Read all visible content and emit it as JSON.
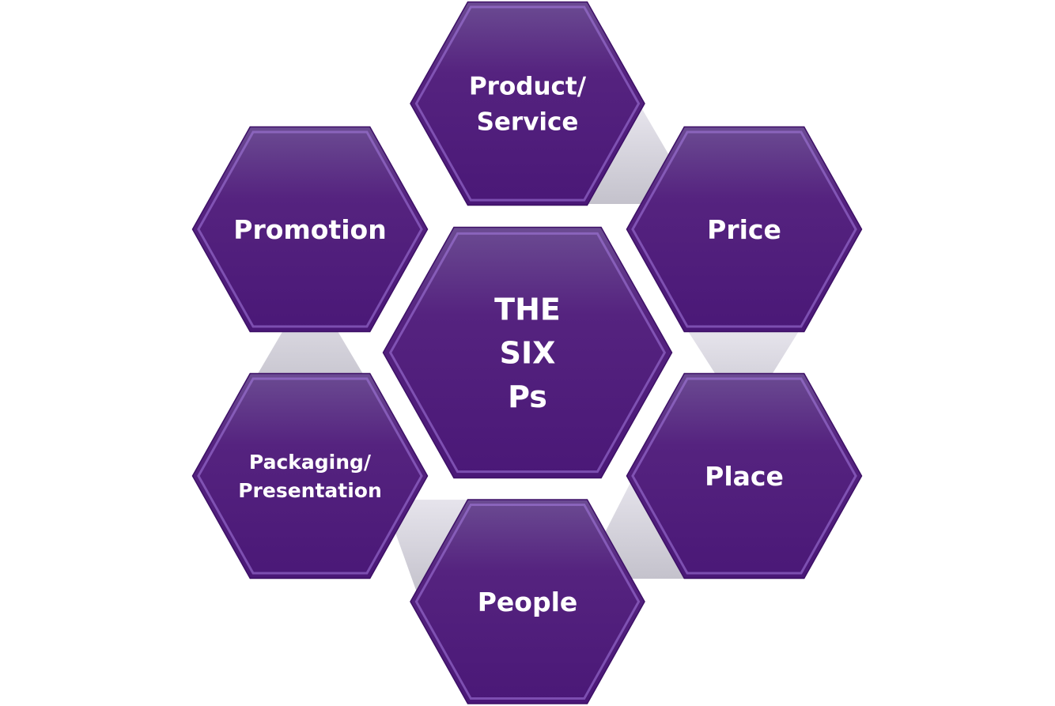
{
  "center": {
    "lines": [
      "THE",
      "SIX",
      "Ps"
    ]
  },
  "items": [
    {
      "id": "product",
      "lines": [
        "Product/",
        "Service"
      ]
    },
    {
      "id": "price",
      "lines": [
        "Price"
      ]
    },
    {
      "id": "place",
      "lines": [
        "Place"
      ]
    },
    {
      "id": "people",
      "lines": [
        "People"
      ]
    },
    {
      "id": "packaging",
      "lines": [
        "Packaging/",
        "Presentation"
      ]
    },
    {
      "id": "promotion",
      "lines": [
        "Promotion"
      ]
    }
  ],
  "colors": {
    "hex_top": "#6b4b92",
    "hex_bottom": "#4a1877",
    "bevel": "#a57be0",
    "connector": "#d4d2da"
  }
}
